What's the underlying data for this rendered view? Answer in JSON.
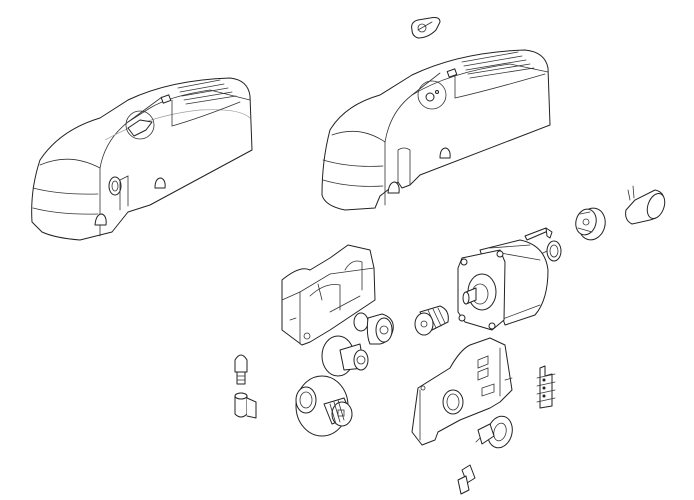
{
  "diagram": {
    "style": "exploded-view line drawing",
    "colors": {
      "background": "#ffffff",
      "line": "#222222"
    },
    "parts": [
      "left-cover",
      "right-cover",
      "release-knob",
      "capacitor",
      "allen-key",
      "encoder-disc",
      "pinion-gear",
      "motor",
      "gearbox-housing-left",
      "bushing-shaft",
      "worm-screw",
      "gear-wheel",
      "lamp-bulb",
      "lamp-holder",
      "output-gear",
      "gearbox-housing-right",
      "terminal-block",
      "limit-switch",
      "connector"
    ]
  }
}
